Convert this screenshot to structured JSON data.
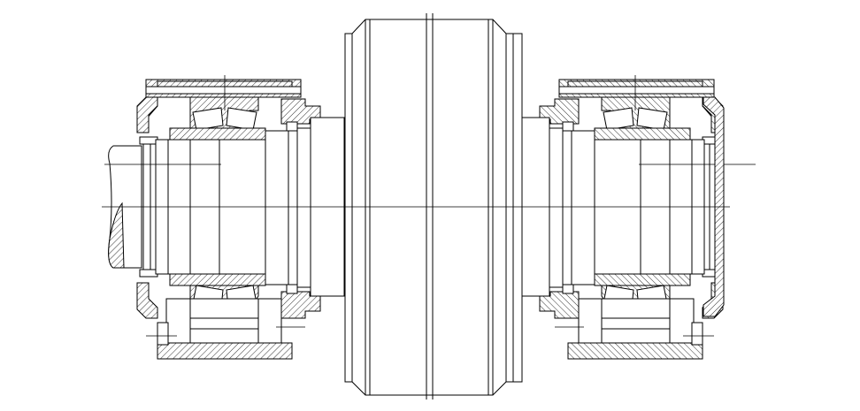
{
  "drawing": {
    "colors": {
      "line": "#000000",
      "background": "#ffffff"
    },
    "parts": [
      "shaft",
      "central-roller",
      "left-bearing-housing",
      "right-bearing-housing",
      "spherical-roller-bearings"
    ]
  }
}
